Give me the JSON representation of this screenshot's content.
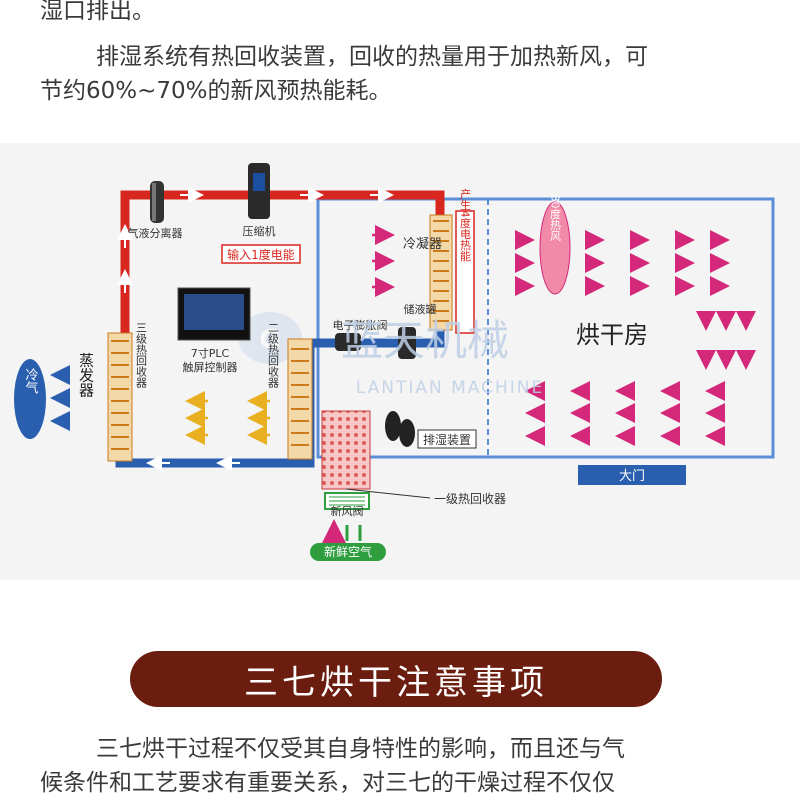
{
  "text": {
    "line_top": "湿口排出。",
    "para_mid_1": "排湿系统有热回收装置，回收的热量用于加热新风，可",
    "para_mid_2": "节约60%~70%的新风预热能耗。",
    "section_title": "三七烘干注意事项",
    "para_bottom_1": "三七烘干过程不仅受其自身特性的影响，而且还与气",
    "para_bottom_2": "候条件和工艺要求有重要关系，对三七的干燥过程不仅仅"
  },
  "diagram": {
    "labels": {
      "separator": "气液分离器",
      "compressor": "压缩机",
      "power_input": "输入1度电能",
      "condenser": "冷凝器",
      "heat_output": "产生4度电热能",
      "hot_air": "80度热风",
      "receiver": "储液罐",
      "expansion_valve": "电子膨胀阀",
      "plc_line1": "7寸PLC",
      "plc_line2": "触屏控制器",
      "evaporator": "蒸发器",
      "cold_air": "冷气",
      "third_recovery": "三级热回收器",
      "second_recovery": "二级热回收器",
      "first_recovery": "一级热回收器",
      "dehumidifier": "排湿装置",
      "fresh_valve": "新风阀",
      "fresh_air": "新鲜空气",
      "drying_room": "烘干房",
      "door": "大门",
      "watermark_cn": "蓝天机械",
      "watermark_en": "LANTIAN MACHINE"
    },
    "colors": {
      "hot_pipe": "#d8271f",
      "cold_pipe": "#2a5fb0",
      "room_border": "#5a8fd8",
      "arrow_pink": "#d4287a",
      "arrow_yellow": "#e8b020",
      "coil_fill": "#e8a33c",
      "green_badge": "#2f9e3e",
      "banner": "#6b1d10"
    }
  }
}
